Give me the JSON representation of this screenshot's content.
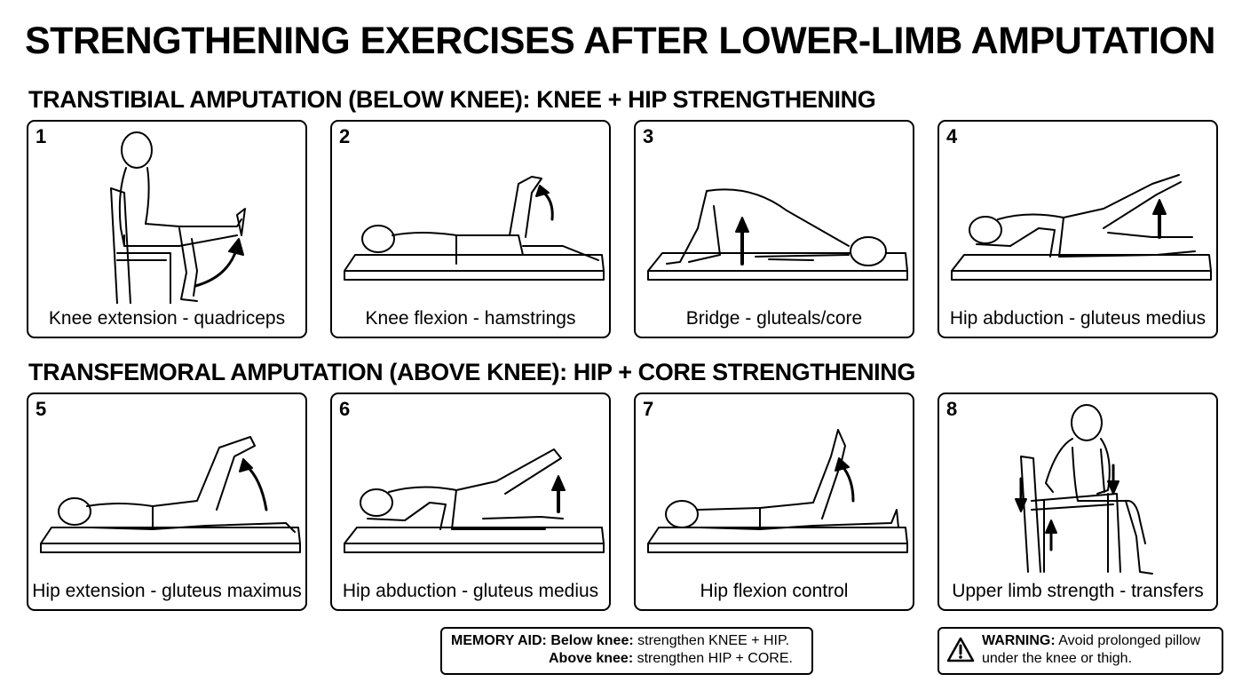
{
  "title": "STRENGTHENING EXERCISES AFTER LOWER-LIMB AMPUTATION",
  "sections": [
    {
      "heading": "TRANSTIBIAL AMPUTATION  (BELOW KNEE): KNEE + HIP STRENGTHENING",
      "panels": [
        {
          "number": "1",
          "caption": "Knee extension - quadriceps"
        },
        {
          "number": "2",
          "caption": "Knee flexion - hamstrings"
        },
        {
          "number": "3",
          "caption": "Bridge - gluteals/core"
        },
        {
          "number": "4",
          "caption": "Hip abduction - gluteus medius"
        }
      ]
    },
    {
      "heading": "TRANSFEMORAL AMPUTATION (ABOVE KNEE): HIP + CORE STRENGTHENING",
      "panels": [
        {
          "number": "5",
          "caption": "Hip extension - gluteus maximus"
        },
        {
          "number": "6",
          "caption": "Hip abduction - gluteus medius"
        },
        {
          "number": "7",
          "caption": "Hip flexion control"
        },
        {
          "number": "8",
          "caption": "Upper limb strength - transfers"
        }
      ]
    }
  ],
  "memory_aid": {
    "label": "MEMORY AID:",
    "line1_bold": "Below knee:",
    "line1_text": " strengthen KNEE + HIP.",
    "line2_bold": "Above knee:",
    "line2_text": " strengthen HIP + CORE."
  },
  "warning": {
    "label": "WARNING:",
    "text": " Avoid prolonged pillow",
    "text2": "under the knee or thigh.",
    "icon": "warning-triangle-icon"
  }
}
